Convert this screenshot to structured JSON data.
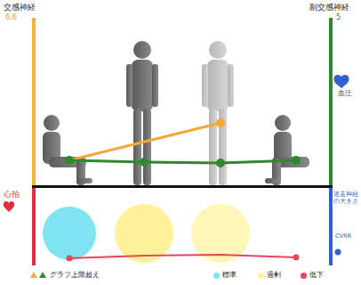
{
  "diagram": {
    "labels": [
      "交感神経",
      "6.6",
      "副交感神経",
      "5",
      "血圧",
      "心拍",
      "迷走神経の大きさ",
      "CVRR"
    ],
    "legend": [
      {
        "text": "グラフ上限超え"
      },
      {
        "text": "標準",
        "color": "#7fe3f2"
      },
      {
        "text": "過剰",
        "color": "#fff29a"
      },
      {
        "text": "低下",
        "color": "#e8455a"
      }
    ]
  }
}
